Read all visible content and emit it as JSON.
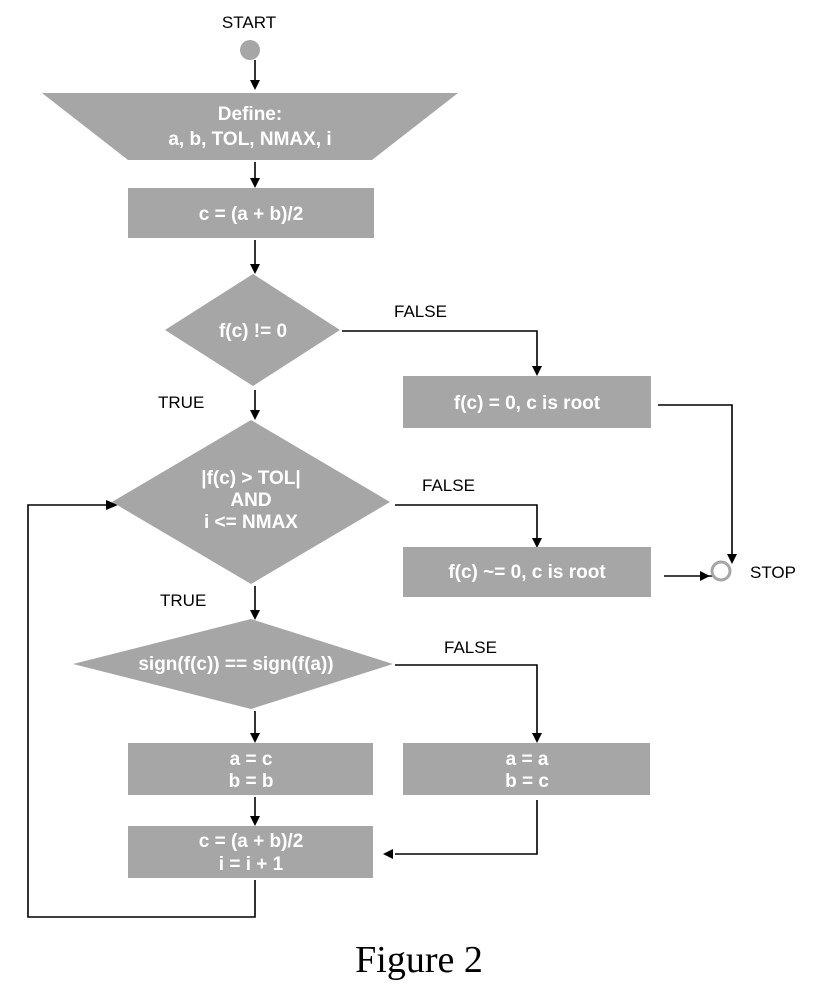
{
  "nodes": {
    "start": "START",
    "define": [
      "Define:",
      "a, b, TOL, NMAX, i"
    ],
    "compute_c": "c = (a + b)/2",
    "check_fc": "f(c) != 0",
    "root_exact": "f(c) = 0, c is root",
    "check_tol": [
      "|f(c) > TOL|",
      "AND",
      "i <= NMAX"
    ],
    "root_approx": "f(c) ~= 0, c is root",
    "stop": "STOP",
    "check_sign": "sign(f(c)) == sign(f(a))",
    "assign_true": [
      "a = c",
      "b = b"
    ],
    "assign_false": [
      "a = a",
      "b = c"
    ],
    "update": [
      "c = (a + b)/2",
      "i = i + 1"
    ]
  },
  "edges": {
    "true_label": "TRUE",
    "false_label": "FALSE"
  },
  "caption": "Figure 2",
  "colors": {
    "shape_fill": "#a6a6a6",
    "shape_text": "#ffffff",
    "line": "#000000"
  }
}
